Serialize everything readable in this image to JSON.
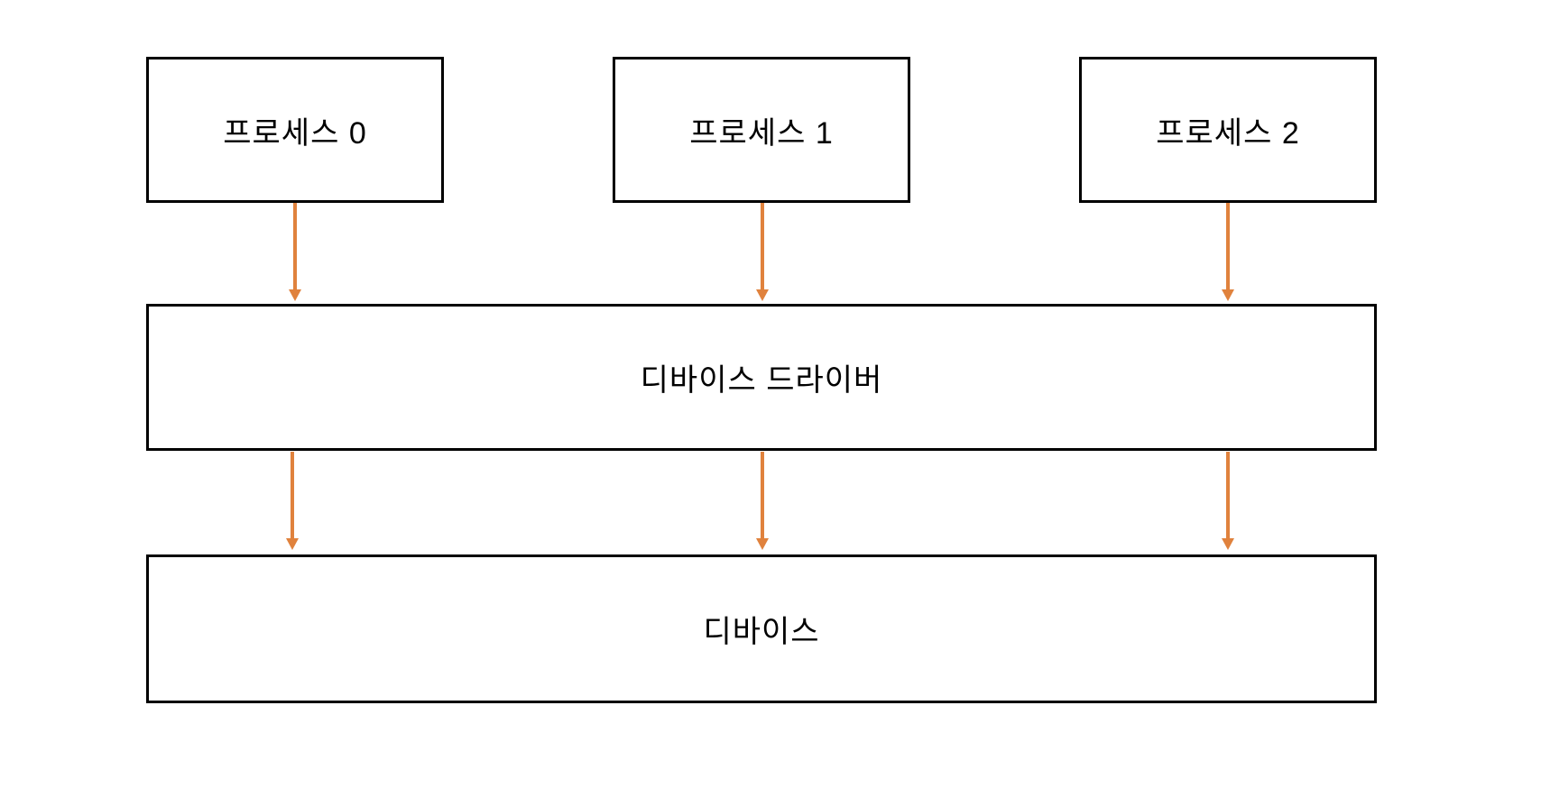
{
  "diagram": {
    "title": "process-to-device-driver-flow",
    "process_boxes": [
      {
        "label": "프로세스 0"
      },
      {
        "label": "프로세스 1"
      },
      {
        "label": "프로세스 2"
      }
    ],
    "driver_box": {
      "label": "디바이스 드라이버"
    },
    "device_box": {
      "label": "디바이스"
    },
    "colors": {
      "arrow": "#E0823D",
      "border": "#000000",
      "background": "#FFFFFF",
      "text": "#000000"
    }
  }
}
